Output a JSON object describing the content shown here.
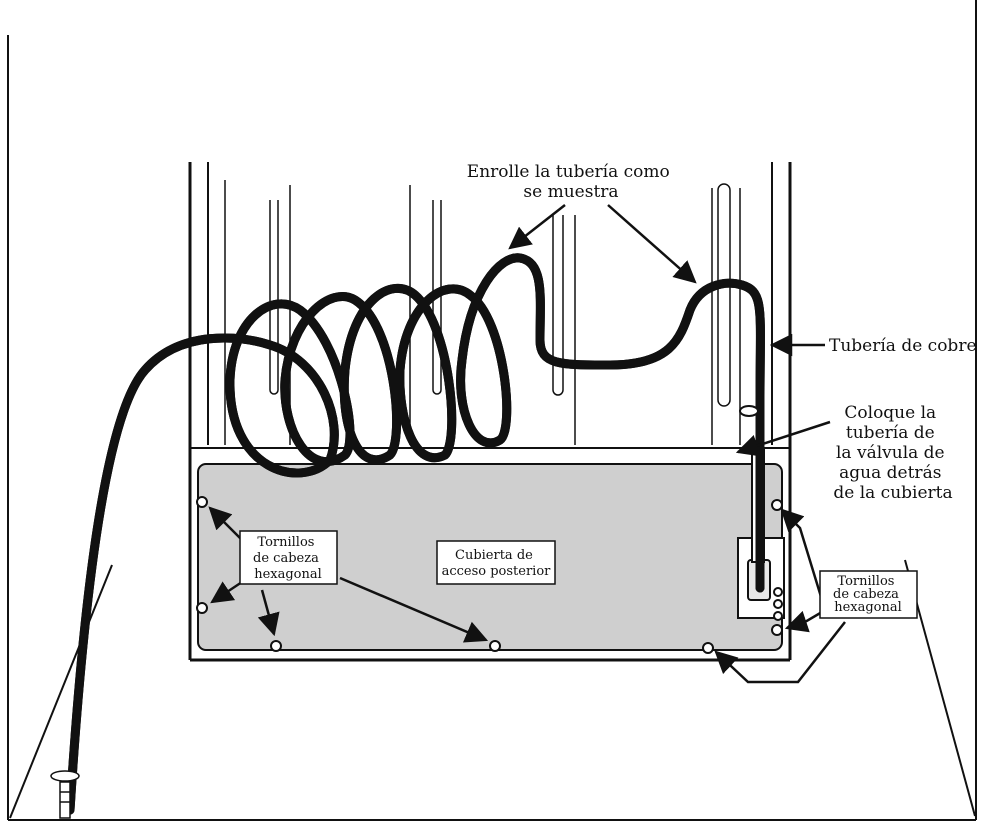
{
  "labels": {
    "coil_line1": "Enrolle la tubería como",
    "coil_line2": "se muestra",
    "copper": "Tubería de cobre",
    "place_line1": "Coloque la",
    "place_line2": "tubería de",
    "place_line3": "la válvula de",
    "place_line4": "agua detrás",
    "place_line5": "de la cubierta",
    "bolts_left_line1": "Tornillos",
    "bolts_left_line2": "de cabeza",
    "bolts_left_line3": "hexagonal",
    "cover_line1": "Cubierta de",
    "cover_line2": "acceso posterior",
    "bolts_right_line1": "Tornillos",
    "bolts_right_line2": "de cabeza",
    "bolts_right_line3": "hexagonal"
  },
  "colors": {
    "ink": "#111111",
    "panel": "#cfcfcf",
    "background": "#ffffff"
  }
}
